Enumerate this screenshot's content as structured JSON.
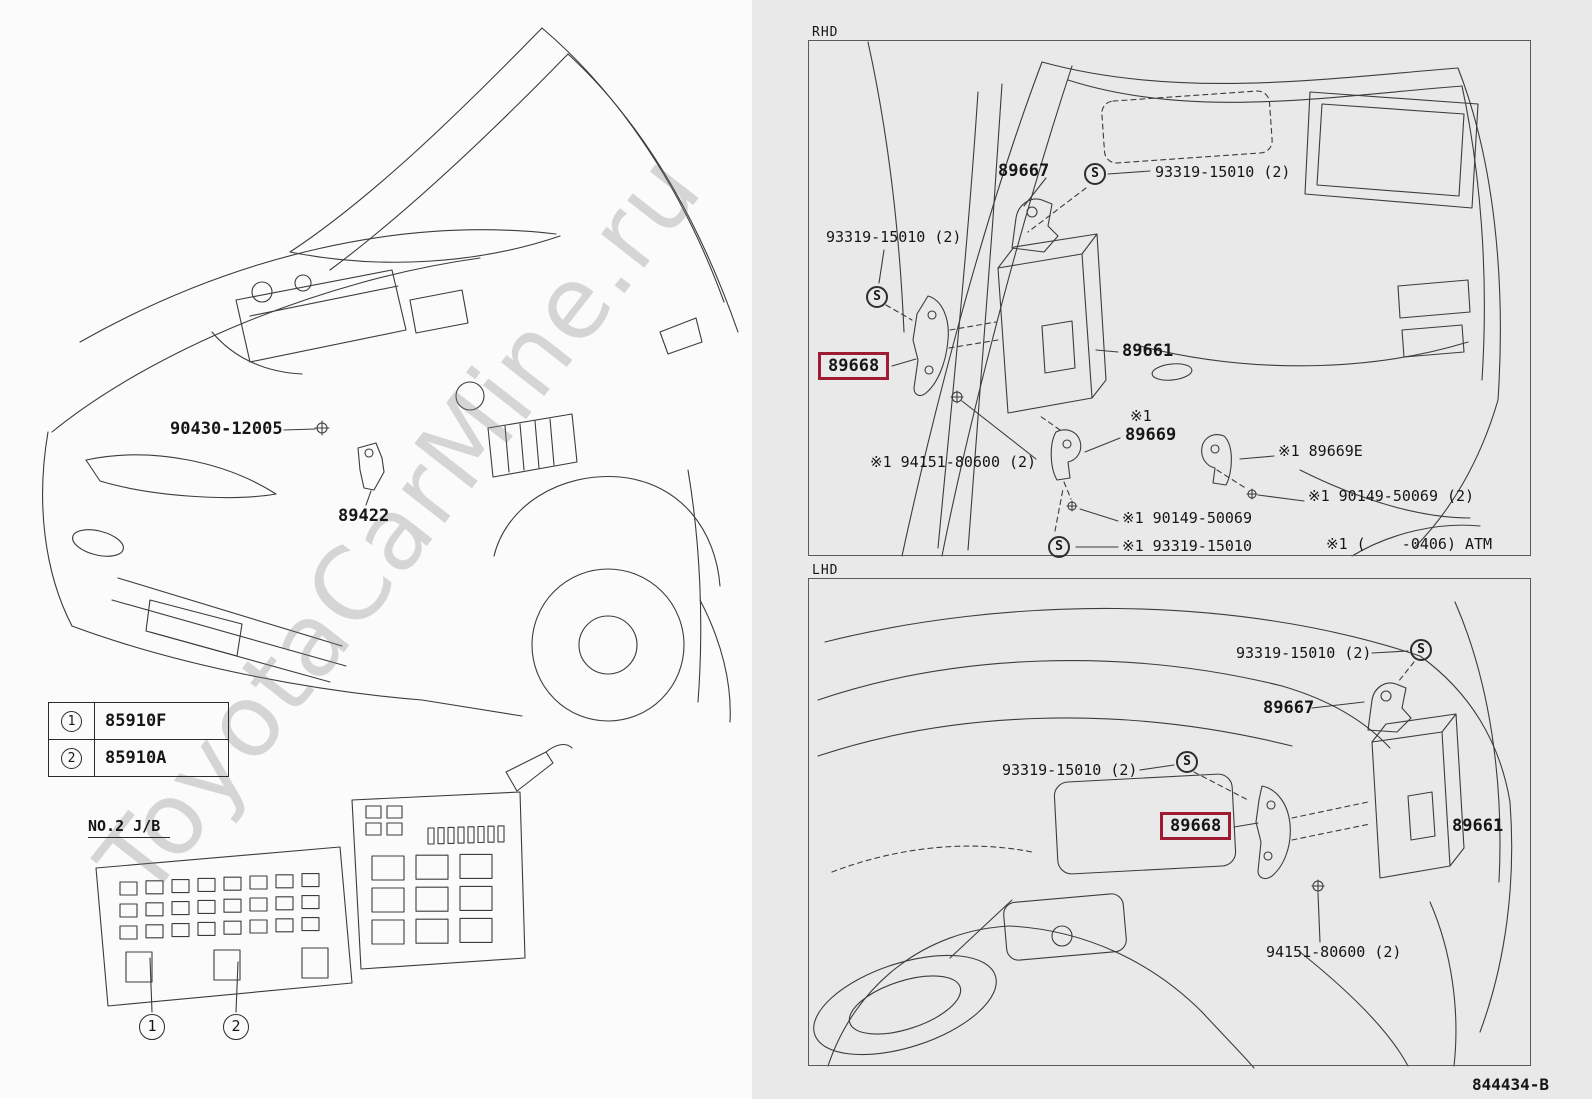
{
  "watermark": "ToyotaCarMine.ru",
  "doc_number": "844434-B",
  "marker_s": "S",
  "left_panel": {
    "part_labels": {
      "bolt": "90430-12005",
      "sensor": "89422"
    },
    "legend": {
      "rows": [
        {
          "num": "1",
          "part": "85910F"
        },
        {
          "num": "2",
          "part": "85910A"
        }
      ]
    },
    "junction_box": {
      "title": "NO.2 J/B",
      "callout_1": "1",
      "callout_2": "2"
    }
  },
  "rhd": {
    "title": "RHD",
    "labels": {
      "l89667": "89667",
      "l93319_top": "93319-15010 (2)",
      "l93319_left": "93319-15010 (2)",
      "l89668": "89668",
      "l89661": "89661",
      "ref1": "※1",
      "l89669": "89669",
      "l94151": "※1 94151-80600 (2)",
      "l89669e": "※1 89669E",
      "l90149_2": "※1 90149-50069 (2)",
      "l90149": "※1 90149-50069",
      "l93319_bottom": "※1 93319-15010",
      "atm_note": "※1 (    -0406) ATM"
    }
  },
  "lhd": {
    "title": "LHD",
    "labels": {
      "l93319_top": "93319-15010 (2)",
      "l89667": "89667",
      "l93319_mid": "93319-15010 (2)",
      "l89668": "89668",
      "l89661": "89661",
      "l94151": "94151-80600 (2)"
    }
  }
}
